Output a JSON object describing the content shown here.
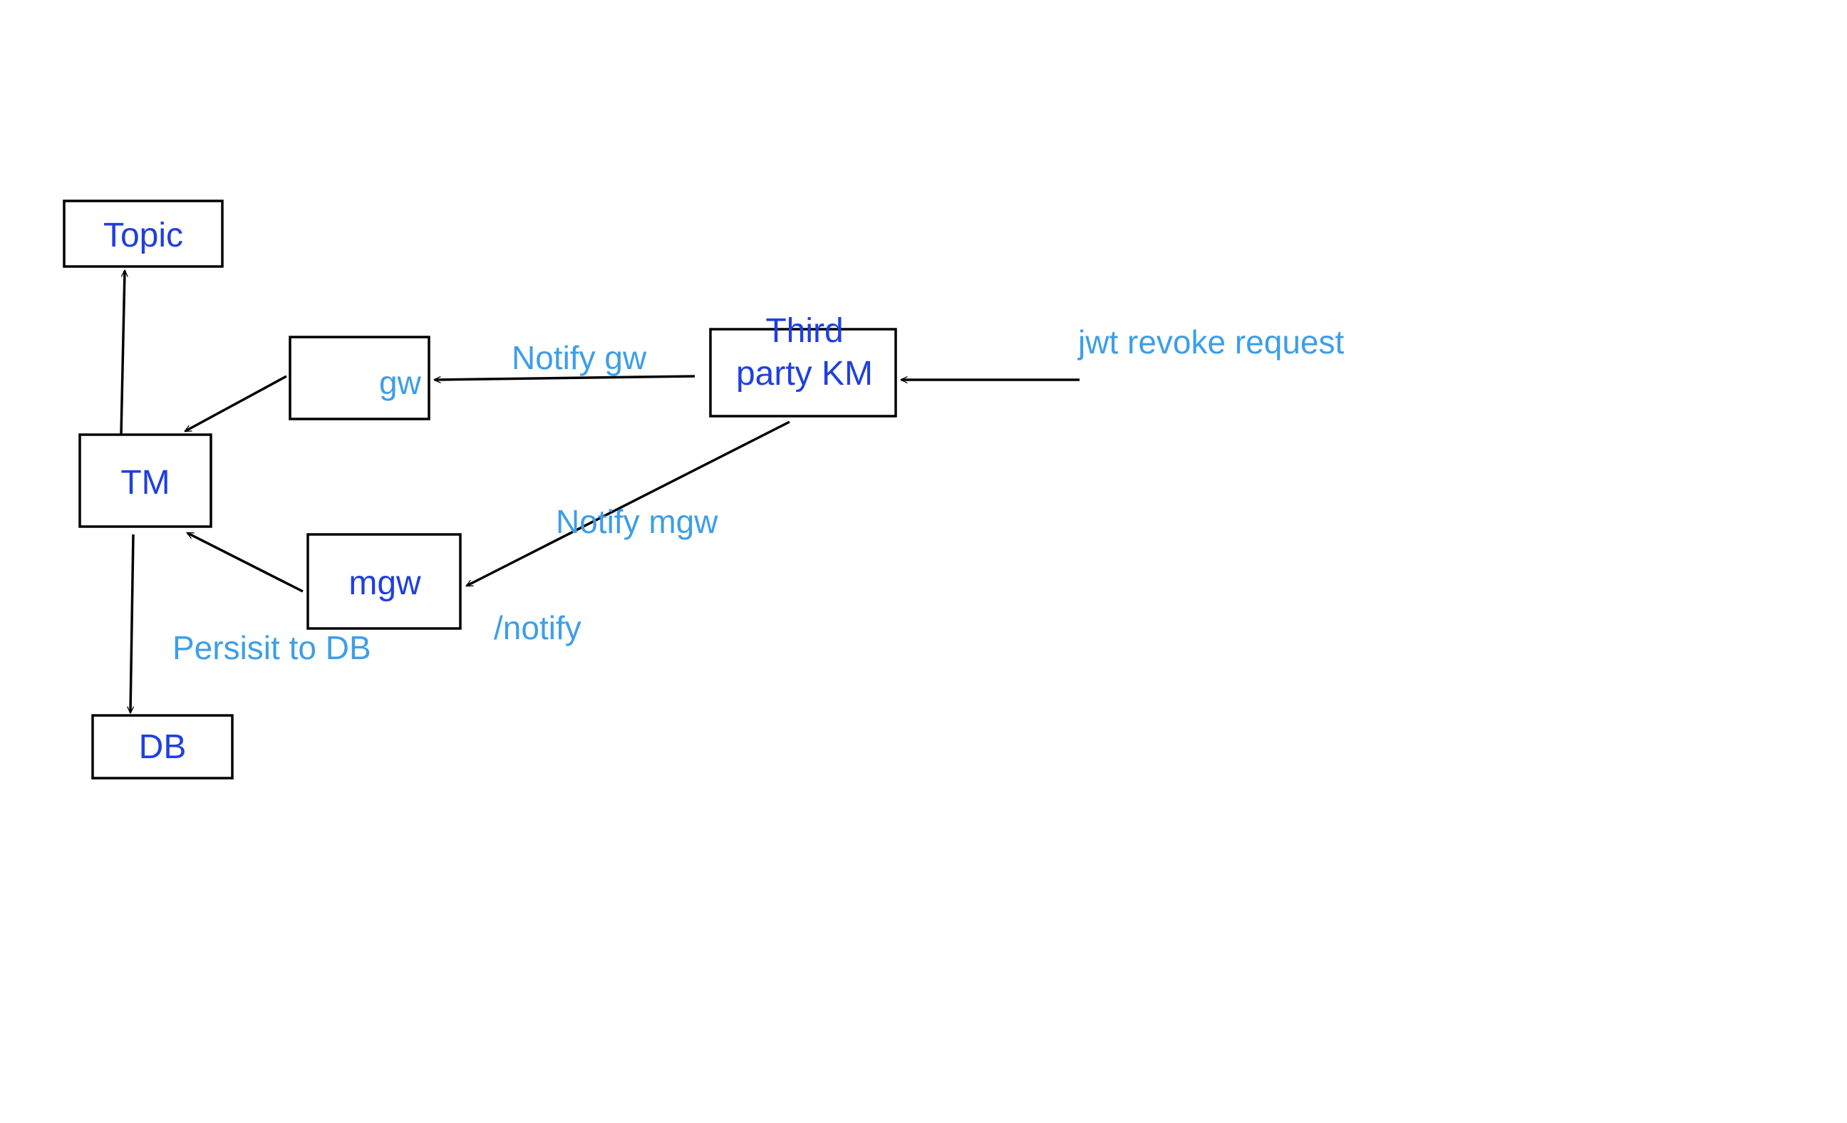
{
  "colors": {
    "node_label": "#1f3fe0",
    "edge_label": "#3d9ee8",
    "stroke": "#000000",
    "background": "#ffffff"
  },
  "nodes": {
    "topic": {
      "label": "Topic"
    },
    "gw": {
      "label": "gw"
    },
    "third_party_km": {
      "label_line1": "Third",
      "label_line2": "party KM"
    },
    "tm": {
      "label": "TM"
    },
    "mgw": {
      "label": "mgw"
    },
    "db": {
      "label": "DB"
    }
  },
  "edges": {
    "notify_gw": {
      "label": "Notify gw"
    },
    "jwt_revoke": {
      "label": "jwt revoke request"
    },
    "notify_mgw": {
      "label": "Notify mgw"
    },
    "notify_path": {
      "label": "/notify"
    },
    "persist_db": {
      "label": "Persisit to DB"
    }
  }
}
